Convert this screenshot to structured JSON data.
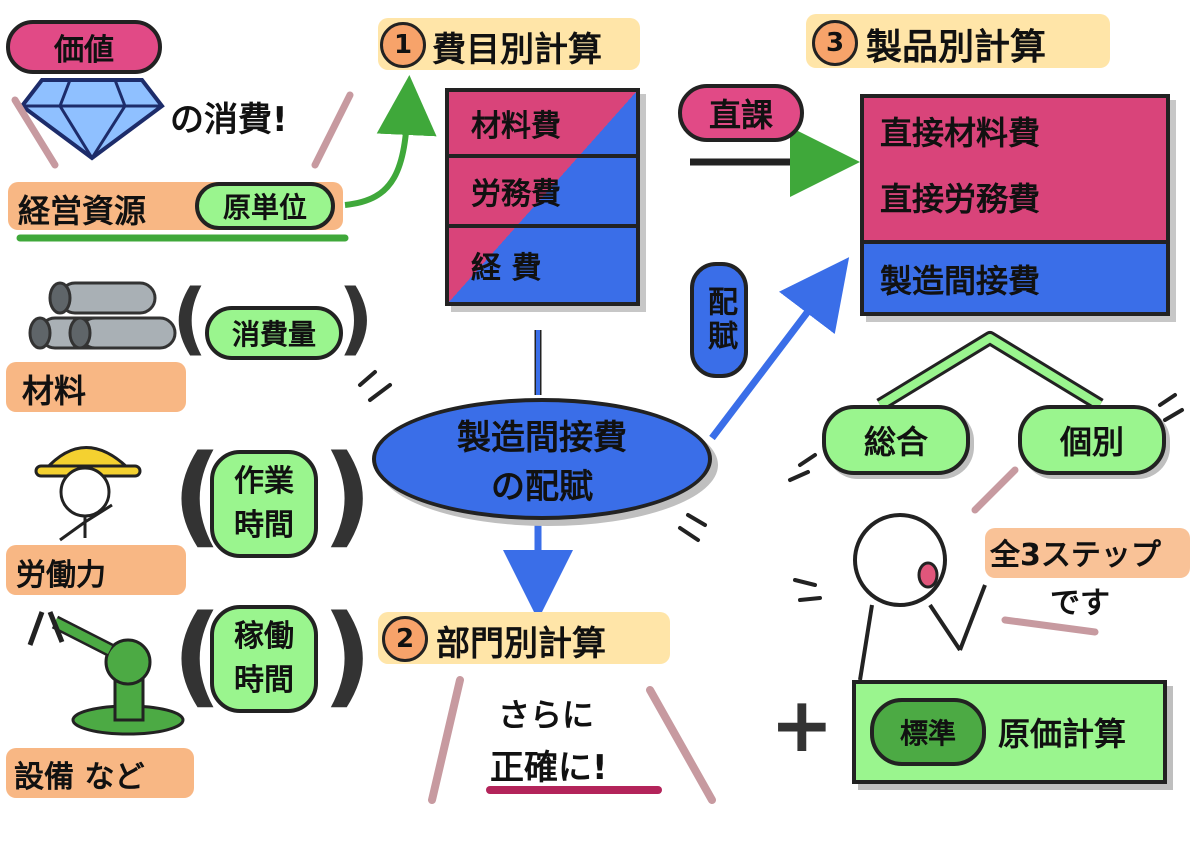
{
  "left": {
    "value_label": "価値",
    "consumption_label": "の消費!",
    "resources_label": "経営資源",
    "unit_label": "原単位",
    "material_label": "材料",
    "material_measure": "消費量",
    "labor_label": "労働力",
    "labor_measure": "作業時間",
    "equipment_label": "設備 など",
    "equipment_measure": "稼働時間"
  },
  "step1": {
    "number": "1",
    "title": "費目別計算",
    "rows": [
      "材料費",
      "労務費",
      "経 費"
    ]
  },
  "direct_label": "直課",
  "allocation_label": "配賦",
  "overhead_bubble": {
    "line1": "製造間接費",
    "line2": "の配賦"
  },
  "step2": {
    "number": "2",
    "title": "部門別計算",
    "note_line1": "さらに",
    "note_line2": "正確に!"
  },
  "step3": {
    "number": "3",
    "title": "製品別計算",
    "rows": [
      "直接材料費",
      "直接労務費",
      "製造間接費"
    ],
    "methods": [
      "総合",
      "個別"
    ]
  },
  "speech": {
    "line1": "全3ステップ",
    "line2": "です"
  },
  "plus_sign": "+",
  "standard_cost": {
    "circled": "標準",
    "rest": "原価計算"
  },
  "colors": {
    "magenta": "#d9447a",
    "blue": "#3a6ee8",
    "green": "#3fa83a",
    "light_green": "#9af58e",
    "orange": "#f8b37d",
    "yellow": "#ffe5a8"
  }
}
